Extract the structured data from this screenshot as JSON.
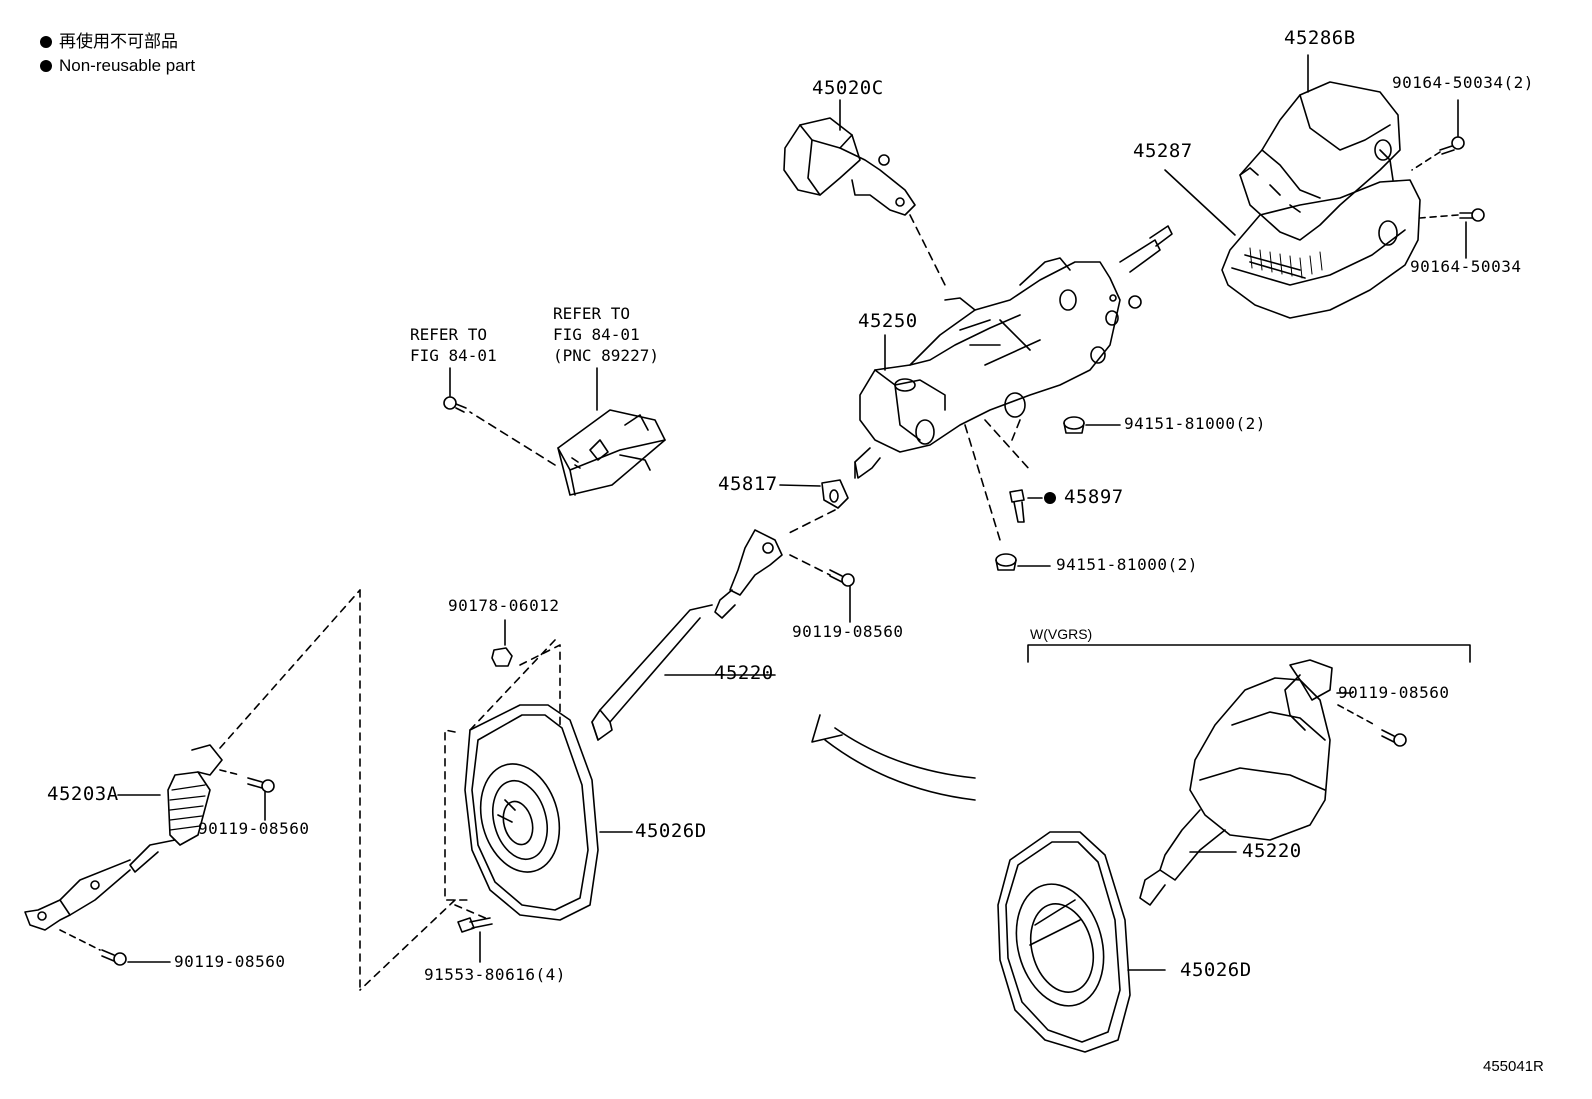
{
  "legend": {
    "jp": "再使用不可部品",
    "en": "Non-reusable part"
  },
  "figure_id": "455041R",
  "variant_label": "W(VGRS)",
  "refer_notes": {
    "left": "REFER TO\nFIG 84-01",
    "right": "REFER TO\nFIG 84-01\n(PNC 89227)"
  },
  "parts": {
    "p45286B": "45286B",
    "p45287": "45287",
    "p45020C": "45020C",
    "p90164_50034_2": "90164-50034(2)",
    "p90164_50034": "90164-50034",
    "p45250": "45250",
    "p94151_81000_2_upper": "94151-81000(2)",
    "p45897": "45897",
    "p94151_81000_2_lower": "94151-81000(2)",
    "p45817": "45817",
    "p90119_08560_mid": "90119-08560",
    "p45220_main": "45220",
    "p90178_06012": "90178-06012",
    "p45026D_main": "45026D",
    "p91553_80616_4": "91553-80616(4)",
    "p45203A": "45203A",
    "p90119_08560_left_upper": "90119-08560",
    "p90119_08560_left_lower": "90119-08560",
    "p90119_08560_vgrs": "90119-08560",
    "p45220_vgrs": "45220",
    "p45026D_vgrs": "45026D"
  },
  "non_reusable_marked": [
    "45897"
  ],
  "colors": {
    "line": "#000000",
    "background": "#ffffff"
  }
}
